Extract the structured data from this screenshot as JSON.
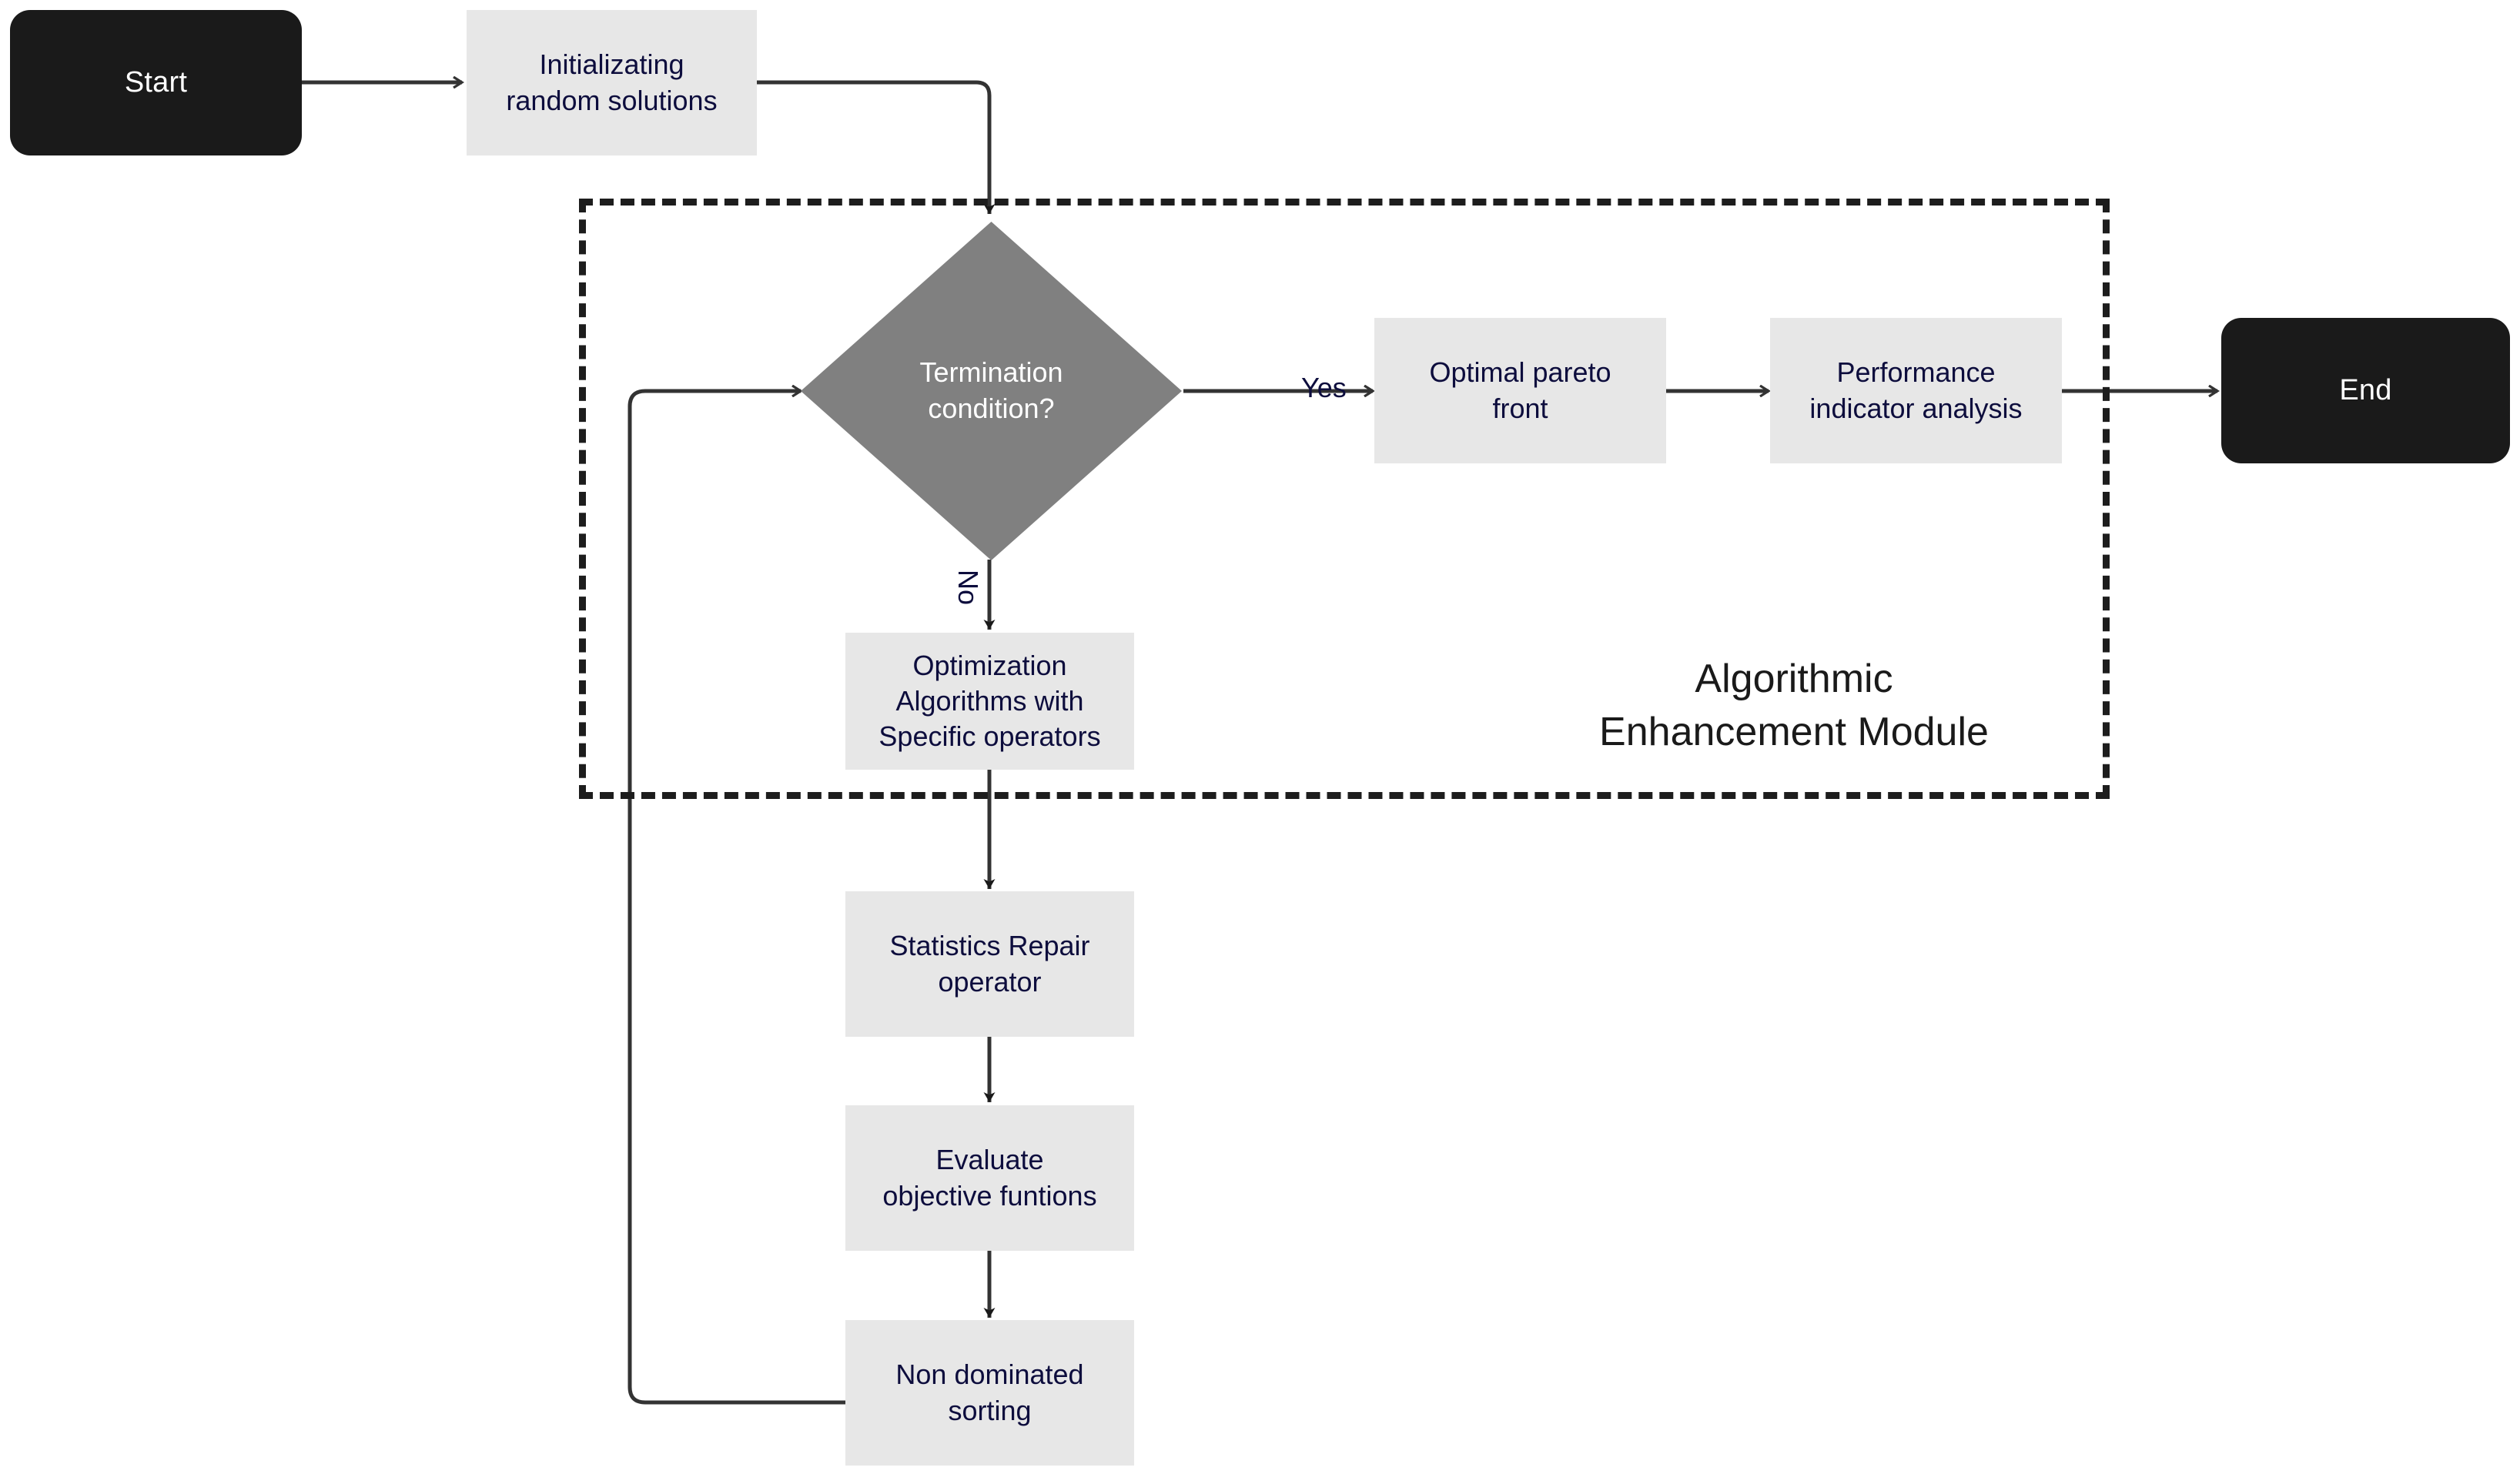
{
  "diagram": {
    "title": "Algorithmic Enhancement Module Flowchart",
    "colors": {
      "terminator_fill": "#1a1a1a",
      "terminator_text": "#ffffff",
      "process_fill": "#e7e7e7",
      "process_text": "#0d0d3d",
      "decision_fill": "#808080",
      "decision_text": "#ffffff",
      "connector": "#333333",
      "module_border": "#1d1d1d",
      "background": "#ffffff"
    },
    "nodes": {
      "start": {
        "label": "Start",
        "type": "terminator"
      },
      "init": {
        "label": "Initializating\nrandom solutions",
        "type": "process"
      },
      "termination": {
        "label": "Termination\ncondition?",
        "type": "decision"
      },
      "pareto": {
        "label": "Optimal pareto\nfront",
        "type": "process"
      },
      "performance": {
        "label": "Performance\nindicator analysis",
        "type": "process"
      },
      "end": {
        "label": "End",
        "type": "terminator"
      },
      "optimization": {
        "label": "Optimization\nAlgorithms with\nSpecific operators",
        "type": "process"
      },
      "repair": {
        "label": "Statistics Repair\noperator",
        "type": "process"
      },
      "evaluate": {
        "label": "Evaluate\nobjective funtions",
        "type": "process"
      },
      "sorting": {
        "label": "Non dominated\nsorting",
        "type": "process"
      }
    },
    "module": {
      "label": "Algorithmic\nEnhancement Module"
    },
    "edges": {
      "yes_label": "Yes",
      "no_label": "No"
    }
  }
}
